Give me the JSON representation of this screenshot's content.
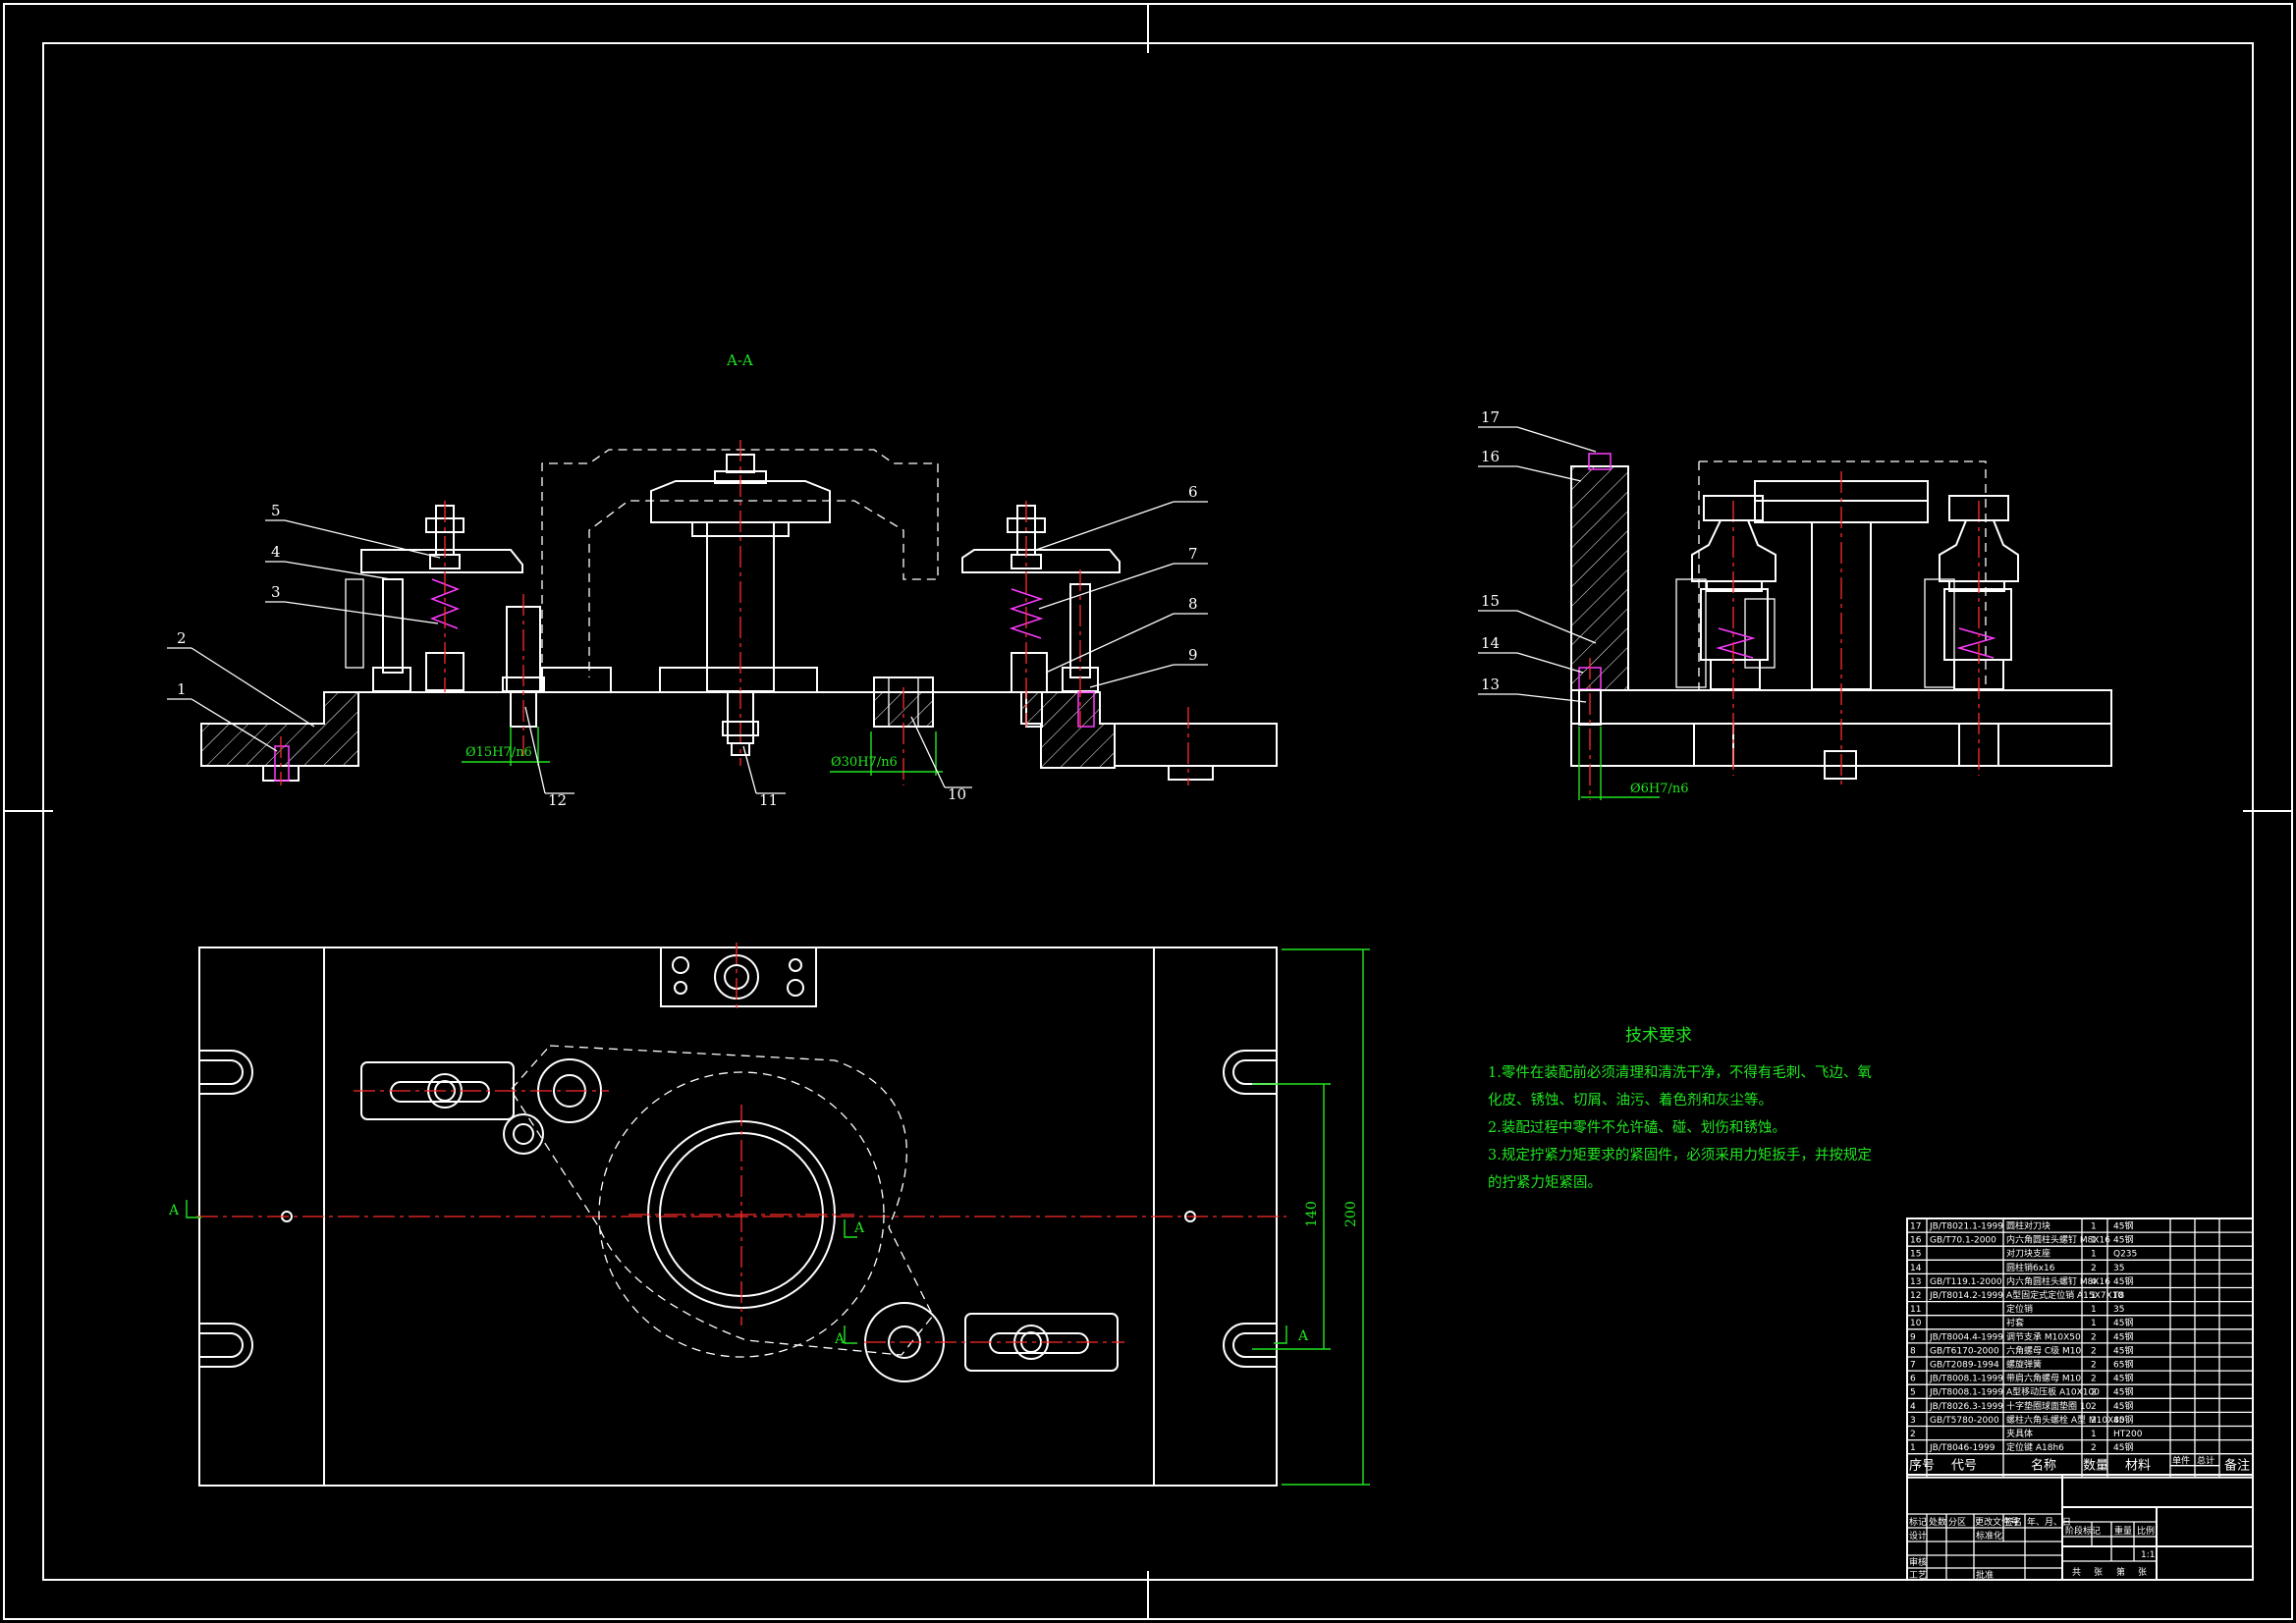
{
  "section_label": "A-A",
  "section_markers": [
    "A",
    "A",
    "A",
    "A"
  ],
  "dimensions": {
    "fit_12": "Ø15H7/n6",
    "fit_10": "Ø30H7/n6",
    "fit_13": "Ø6H7/n6",
    "dim_140": "140",
    "dim_200": "200"
  },
  "callouts_front": [
    "1",
    "2",
    "3",
    "4",
    "5",
    "6",
    "7",
    "8",
    "9",
    "10",
    "11",
    "12"
  ],
  "callouts_side": [
    "13",
    "14",
    "15",
    "16",
    "17"
  ],
  "tech_requirements": {
    "title": "技术要求",
    "lines": [
      "1.零件在装配前必须清理和清洗干净，不得有毛刺、飞边、氧",
      "化皮、锈蚀、切屑、油污、着色剂和灰尘等。",
      "2.装配过程中零件不允许磕、碰、划伤和锈蚀。",
      "3.规定拧紧力矩要求的紧固件，必须采用力矩扳手，并按规定",
      "的拧紧力矩紧固。"
    ]
  },
  "bom": {
    "header": [
      "序号",
      "代号",
      "名称",
      "数量",
      "材料",
      "单件",
      "总计",
      "备注"
    ],
    "rows": [
      [
        "17",
        "JB/T8021.1-1999",
        "圆柱对刀块",
        "1",
        "45钢"
      ],
      [
        "16",
        "GB/T70.1-2000",
        "内六角圆柱头螺钉 M8X16",
        "1",
        "45钢"
      ],
      [
        "15",
        "",
        "对刀块支座",
        "1",
        "Q235"
      ],
      [
        "14",
        "",
        "圆柱销6x16",
        "2",
        "35"
      ],
      [
        "13",
        "GB/T119.1-2000",
        "内六角圆柱头螺钉 M8X16",
        "4",
        "45钢"
      ],
      [
        "12",
        "JB/T8014.2-1999",
        "A型固定式定位销 A15X7X10",
        "1",
        "T8"
      ],
      [
        "11",
        "",
        "定位销",
        "1",
        "35"
      ],
      [
        "10",
        "",
        "衬套",
        "1",
        "45钢"
      ],
      [
        "9",
        "JB/T8004.4-1999",
        "调节支承 M10X50",
        "2",
        "45钢"
      ],
      [
        "8",
        "GB/T6170-2000",
        "六角螺母 C级 M10",
        "2",
        "45钢"
      ],
      [
        "7",
        "GB/T2089-1994",
        "螺旋弹簧",
        "2",
        "65钢"
      ],
      [
        "6",
        "JB/T8008.1-1999",
        "带肩六角螺母 M10",
        "2",
        "45钢"
      ],
      [
        "5",
        "JB/T8008.1-1999",
        "A型移动压板 A10X100",
        "2",
        "45钢"
      ],
      [
        "4",
        "JB/T8026.3-1999",
        "十字垫圈球面垫圈 10",
        "2",
        "45钢"
      ],
      [
        "3",
        "GB/T5780-2000",
        "螺柱六角头螺栓 A型 M10X80",
        "2",
        "45钢"
      ],
      [
        "2",
        "",
        "夹具体",
        "1",
        "HT200"
      ],
      [
        "1",
        "JB/T8046-1999",
        "定位键 A18h6",
        "2",
        "45钢"
      ]
    ],
    "footer_cells": [
      "标记",
      "处数",
      "分区",
      "更改文件号",
      "签名",
      "年、月、日",
      "设计",
      "标准化",
      "审核",
      "工艺",
      "批准",
      "阶段标记",
      "重量",
      "比例",
      "1:1",
      "共",
      "张",
      "第",
      "张"
    ]
  }
}
